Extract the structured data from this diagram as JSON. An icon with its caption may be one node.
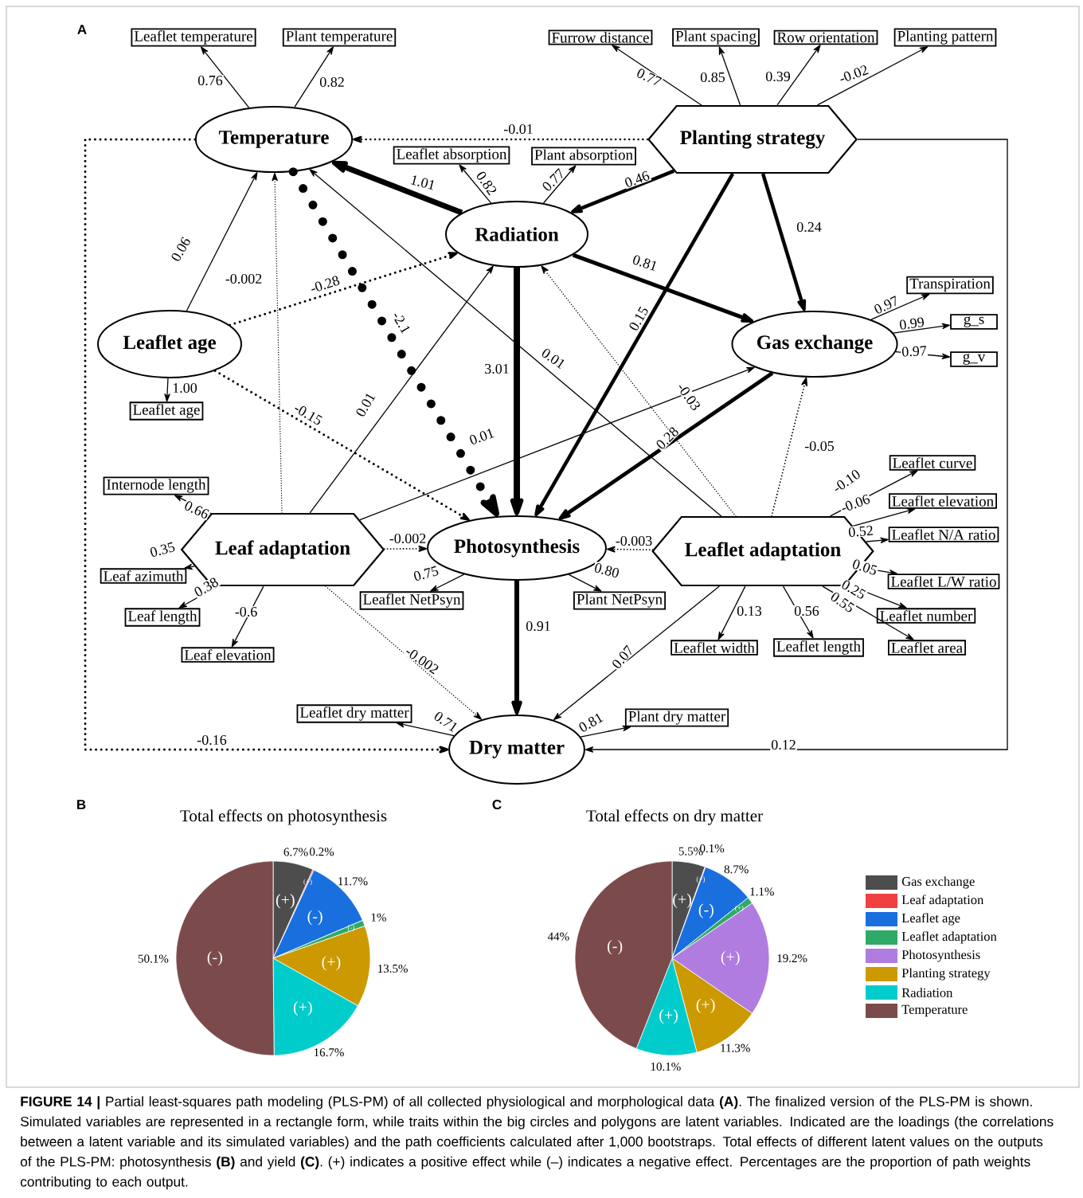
{
  "diagram": {
    "caption": "**FIGURE 14 |** Partial least-squares path modeling (PLS-PM) of all collected physiological and morphological data **(A)**. The finalized version of the PLS-PM is shown. Simulated variables are represented in a rectangle form, while traits within the big circles and polygons are latent variables. Indicated are the loadings (the correlations between a latent variable and its simulated variables) and the path coefficients calculated after 1,000 bootstraps. Total effects of different latent values on the outputs of the PLS-PM: photosynthesis **(B)** and yield **(C)**. (+) indicates a positive effect while (–) indicates a negative effect. Percentages are the proportion of path weights contributing to each output.",
    "nodes": [
      {
        "text": [
          "Temperature"
        ]
      },
      {
        "text": [
          "Planting strategy"
        ]
      },
      {
        "text": [
          "Radiation"
        ]
      },
      {
        "text": [
          "Leaflet age"
        ]
      },
      {
        "text": [
          "Gas exchange"
        ]
      },
      {
        "text": [
          "Leaf adaptation"
        ]
      },
      {
        "text": [
          "Photosynthesis"
        ]
      },
      {
        "text": [
          "Leaflet adaptation"
        ]
      },
      {
        "text": [
          "Dry matter"
        ]
      },
      {
        "text": [
          "Leaflet temperature"
        ]
      },
      {
        "text": [
          "Plant temperature"
        ]
      },
      {
        "text": [
          "Furrow distance"
        ]
      },
      {
        "text": [
          "Plant spacing"
        ]
      },
      {
        "text": [
          "Row orientation"
        ]
      },
      {
        "text": [
          "Planting pattern"
        ]
      },
      {
        "text": [
          "Leaflet absorption"
        ]
      },
      {
        "text": [
          "Plant absorption"
        ]
      },
      {
        "text": [
          "Transpiration"
        ]
      },
      {
        "text": [
          "g_s"
        ]
      },
      {
        "text": [
          "g_v"
        ]
      },
      {
        "text": [
          "Leaflet age"
        ]
      },
      {
        "text": [
          "Internode length"
        ]
      },
      {
        "text": [
          "Leaf azimuth"
        ]
      },
      {
        "text": [
          "Leaf length"
        ]
      },
      {
        "text": [
          "Leaf elevation"
        ]
      },
      {
        "text": [
          "Leaflet NetPsyn"
        ]
      },
      {
        "text": [
          "Plant NetPsyn"
        ]
      },
      {
        "text": [
          "Leaflet curve"
        ]
      },
      {
        "text": [
          "Leaflet elevation"
        ]
      },
      {
        "text": [
          "Leaflet N/A ratio"
        ]
      },
      {
        "text": [
          "Leaflet L/W ratio"
        ]
      },
      {
        "text": [
          "Leaflet number"
        ]
      },
      {
        "text": [
          "Leaflet area"
        ]
      },
      {
        "text": [
          "Leaflet width"
        ]
      },
      {
        "text": [
          "Leaflet length"
        ]
      },
      {
        "text": [
          "Leaflet dry matter"
        ]
      },
      {
        "text": [
          "Plant dry matter"
        ]
      }
    ],
    "edges": [
      {
        "from": 0,
        "to": 9,
        "arrow": "to",
        "label": "0.76"
      },
      {
        "from": 0,
        "to": 10,
        "arrow": "to",
        "label": "0.82"
      },
      {
        "from": 1,
        "to": 11,
        "arrow": "to",
        "label": "0.77"
      },
      {
        "from": 1,
        "to": 12,
        "arrow": "to",
        "label": "0.85"
      },
      {
        "from": 1,
        "to": 13,
        "arrow": "to",
        "label": "0.39"
      },
      {
        "from": 1,
        "to": 14,
        "arrow": "to",
        "label": "-0.02"
      },
      {
        "from": 2,
        "to": 15,
        "arrow": "to",
        "label": "0.82"
      },
      {
        "from": 2,
        "to": 16,
        "arrow": "to",
        "label": "0.77"
      },
      {
        "from": 4,
        "to": 17,
        "arrow": "to",
        "label": "0.97"
      },
      {
        "from": 4,
        "to": 18,
        "arrow": "to",
        "label": "0.99"
      },
      {
        "from": 4,
        "to": 19,
        "arrow": "to",
        "label": "0.97"
      },
      {
        "from": 3,
        "to": 20,
        "arrow": "to",
        "label": "1.00"
      },
      {
        "from": 5,
        "to": 21,
        "arrow": "to",
        "label": "0.66"
      },
      {
        "from": 5,
        "to": 22,
        "arrow": "to",
        "label": "0.35"
      },
      {
        "from": 5,
        "to": 23,
        "arrow": "to",
        "label": "0.38"
      },
      {
        "from": 5,
        "to": 24,
        "arrow": "to",
        "label": "-0.6"
      },
      {
        "from": 6,
        "to": 25,
        "arrow": "to",
        "label": "0.75"
      },
      {
        "from": 6,
        "to": 26,
        "arrow": "to",
        "label": "0.80"
      },
      {
        "from": 7,
        "to": 27,
        "arrow": "to",
        "label": "-0.10"
      },
      {
        "from": 7,
        "to": 28,
        "arrow": "to",
        "label": "-0.06"
      },
      {
        "from": 7,
        "to": 29,
        "arrow": "to",
        "label": "0.52"
      },
      {
        "from": 7,
        "to": 30,
        "arrow": "to",
        "label": "0.05"
      },
      {
        "from": 7,
        "to": 31,
        "arrow": "to",
        "label": "0.25"
      },
      {
        "from": 7,
        "to": 32,
        "arrow": "to",
        "label": "0.55"
      },
      {
        "from": 7,
        "to": 33,
        "arrow": "to",
        "label": "0.13"
      },
      {
        "from": 7,
        "to": 34,
        "arrow": "to",
        "label": "0.56"
      },
      {
        "from": 8,
        "to": 35,
        "arrow": "to",
        "label": "0.71"
      },
      {
        "from": 8,
        "to": 36,
        "arrow": "to",
        "label": "0.81"
      },
      {
        "from": 1,
        "to": 0,
        "arrow": "to",
        "label": "-0.01",
        "style": "dashed"
      },
      {
        "from": 2,
        "to": 0,
        "arrow": "to",
        "label": "1.01",
        "style": "thick"
      },
      {
        "from": 1,
        "to": 2,
        "arrow": "to",
        "label": "0.46",
        "style": "thick"
      },
      {
        "from": 3,
        "to": 0,
        "arrow": "to",
        "label": "0.06"
      },
      {
        "from": 5,
        "to": 0,
        "arrow": "to",
        "label": "-0.002",
        "style": "dashed"
      },
      {
        "from": 7,
        "to": 0,
        "arrow": "to",
        "label": "0.01"
      },
      {
        "from": 3,
        "to": 2,
        "arrow": "to",
        "label": "-0.28",
        "style": "dashed"
      },
      {
        "from": 0,
        "to": 6,
        "arrow": "to",
        "label": "-2.1",
        "style": "dashed"
      },
      {
        "from": 2,
        "to": 6,
        "arrow": "to",
        "label": "3.01",
        "style": "thick"
      },
      {
        "from": 1,
        "to": 6,
        "arrow": "to",
        "label": "0.15",
        "style": "thick"
      },
      {
        "from": 3,
        "to": 6,
        "arrow": "to",
        "label": "-0.15",
        "style": "dashed"
      },
      {
        "from": 2,
        "to": 4,
        "arrow": "to",
        "label": "0.81",
        "style": "thick"
      },
      {
        "from": 1,
        "to": 4,
        "arrow": "to",
        "label": "0.24",
        "style": "thick"
      },
      {
        "from": 7,
        "to": 2,
        "arrow": "to",
        "label": "-0.03",
        "style": "dashed"
      },
      {
        "from": 7,
        "to": 4,
        "arrow": "to",
        "label": "-0.05",
        "style": "dashed"
      },
      {
        "from": 4,
        "to": 6,
        "arrow": "to",
        "label": "0.28",
        "style": "thick"
      },
      {
        "from": 5,
        "to": 6,
        "arrow": "to",
        "label": "-0.002",
        "style": "dashed"
      },
      {
        "from": 7,
        "to": 6,
        "arrow": "to",
        "label": "-0.003",
        "style": "dashed"
      },
      {
        "from": 6,
        "to": 8,
        "arrow": "to",
        "label": "0.91",
        "style": "thick"
      },
      {
        "from": 5,
        "to": 8,
        "arrow": "to",
        "label": "-0.002",
        "style": "dashed"
      },
      {
        "from": 7,
        "to": 8,
        "arrow": "to",
        "label": "0.07"
      },
      {
        "from": 0,
        "to": 8,
        "arrow": "to",
        "label": "-0.16",
        "style": "dashed"
      },
      {
        "from": 1,
        "to": 8,
        "arrow": "to",
        "label": "0.12"
      },
      {
        "from": 5,
        "to": 2,
        "arrow": "to",
        "label": "0.01"
      },
      {
        "from": 5,
        "to": 4,
        "arrow": "to",
        "label": "0.01"
      }
    ],
    "labels": [
      "A",
      "B",
      "C"
    ],
    "legend": [
      {
        "text": "Gas exchange",
        "color": "#4d4d4d"
      },
      {
        "text": "Leaf adaptation",
        "color": "#f04040"
      },
      {
        "text": "Leaflet age",
        "color": "#1a6fdf"
      },
      {
        "text": "Leaflet adaptation",
        "color": "#2eaa66"
      },
      {
        "text": "Photosynthesis",
        "color": "#b07ce0"
      },
      {
        "text": "Planting strategy",
        "color": "#cc9900"
      },
      {
        "text": "Radiation",
        "color": "#00cccc"
      },
      {
        "text": "Temperature",
        "color": "#7b4b4b"
      }
    ],
    "chart_data": [
      {
        "type": "pie",
        "title": "Total effects on photosynthesis",
        "values": [
          6.7,
          0.2,
          11.7,
          1,
          null,
          13.5,
          16.7,
          50.1
        ],
        "value_labels": [
          "6.7%",
          "0.2%",
          "11.7%",
          "1%",
          null,
          "13.5%",
          "16.7%",
          "50.1%"
        ],
        "annotations": [
          "(+)",
          "(+)",
          "(-)",
          "(-)",
          null,
          "(+)",
          "(+)",
          "(-)"
        ]
      },
      {
        "type": "pie",
        "title": "Total effects on dry matter",
        "values": [
          5.5,
          0.1,
          8.7,
          1.1,
          19.2,
          11.3,
          10.1,
          44
        ],
        "value_labels": [
          "5.5%",
          "0.1%",
          "8.7%",
          "1.1%",
          "19.2%",
          "11.3%",
          "10.1%",
          "44%"
        ],
        "annotations": [
          "(+)",
          "(+)",
          "(-)",
          "(+)",
          "(+)",
          "(+)",
          "(+)",
          "(-)"
        ]
      }
    ]
  }
}
